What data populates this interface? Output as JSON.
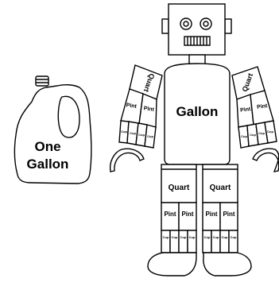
{
  "jug": {
    "line1": "One",
    "line2": "Gallon"
  },
  "robot": {
    "body_label": "Gallon",
    "quart_label": "Quart",
    "pint_label": "Pint",
    "cup_label": "Cup"
  }
}
